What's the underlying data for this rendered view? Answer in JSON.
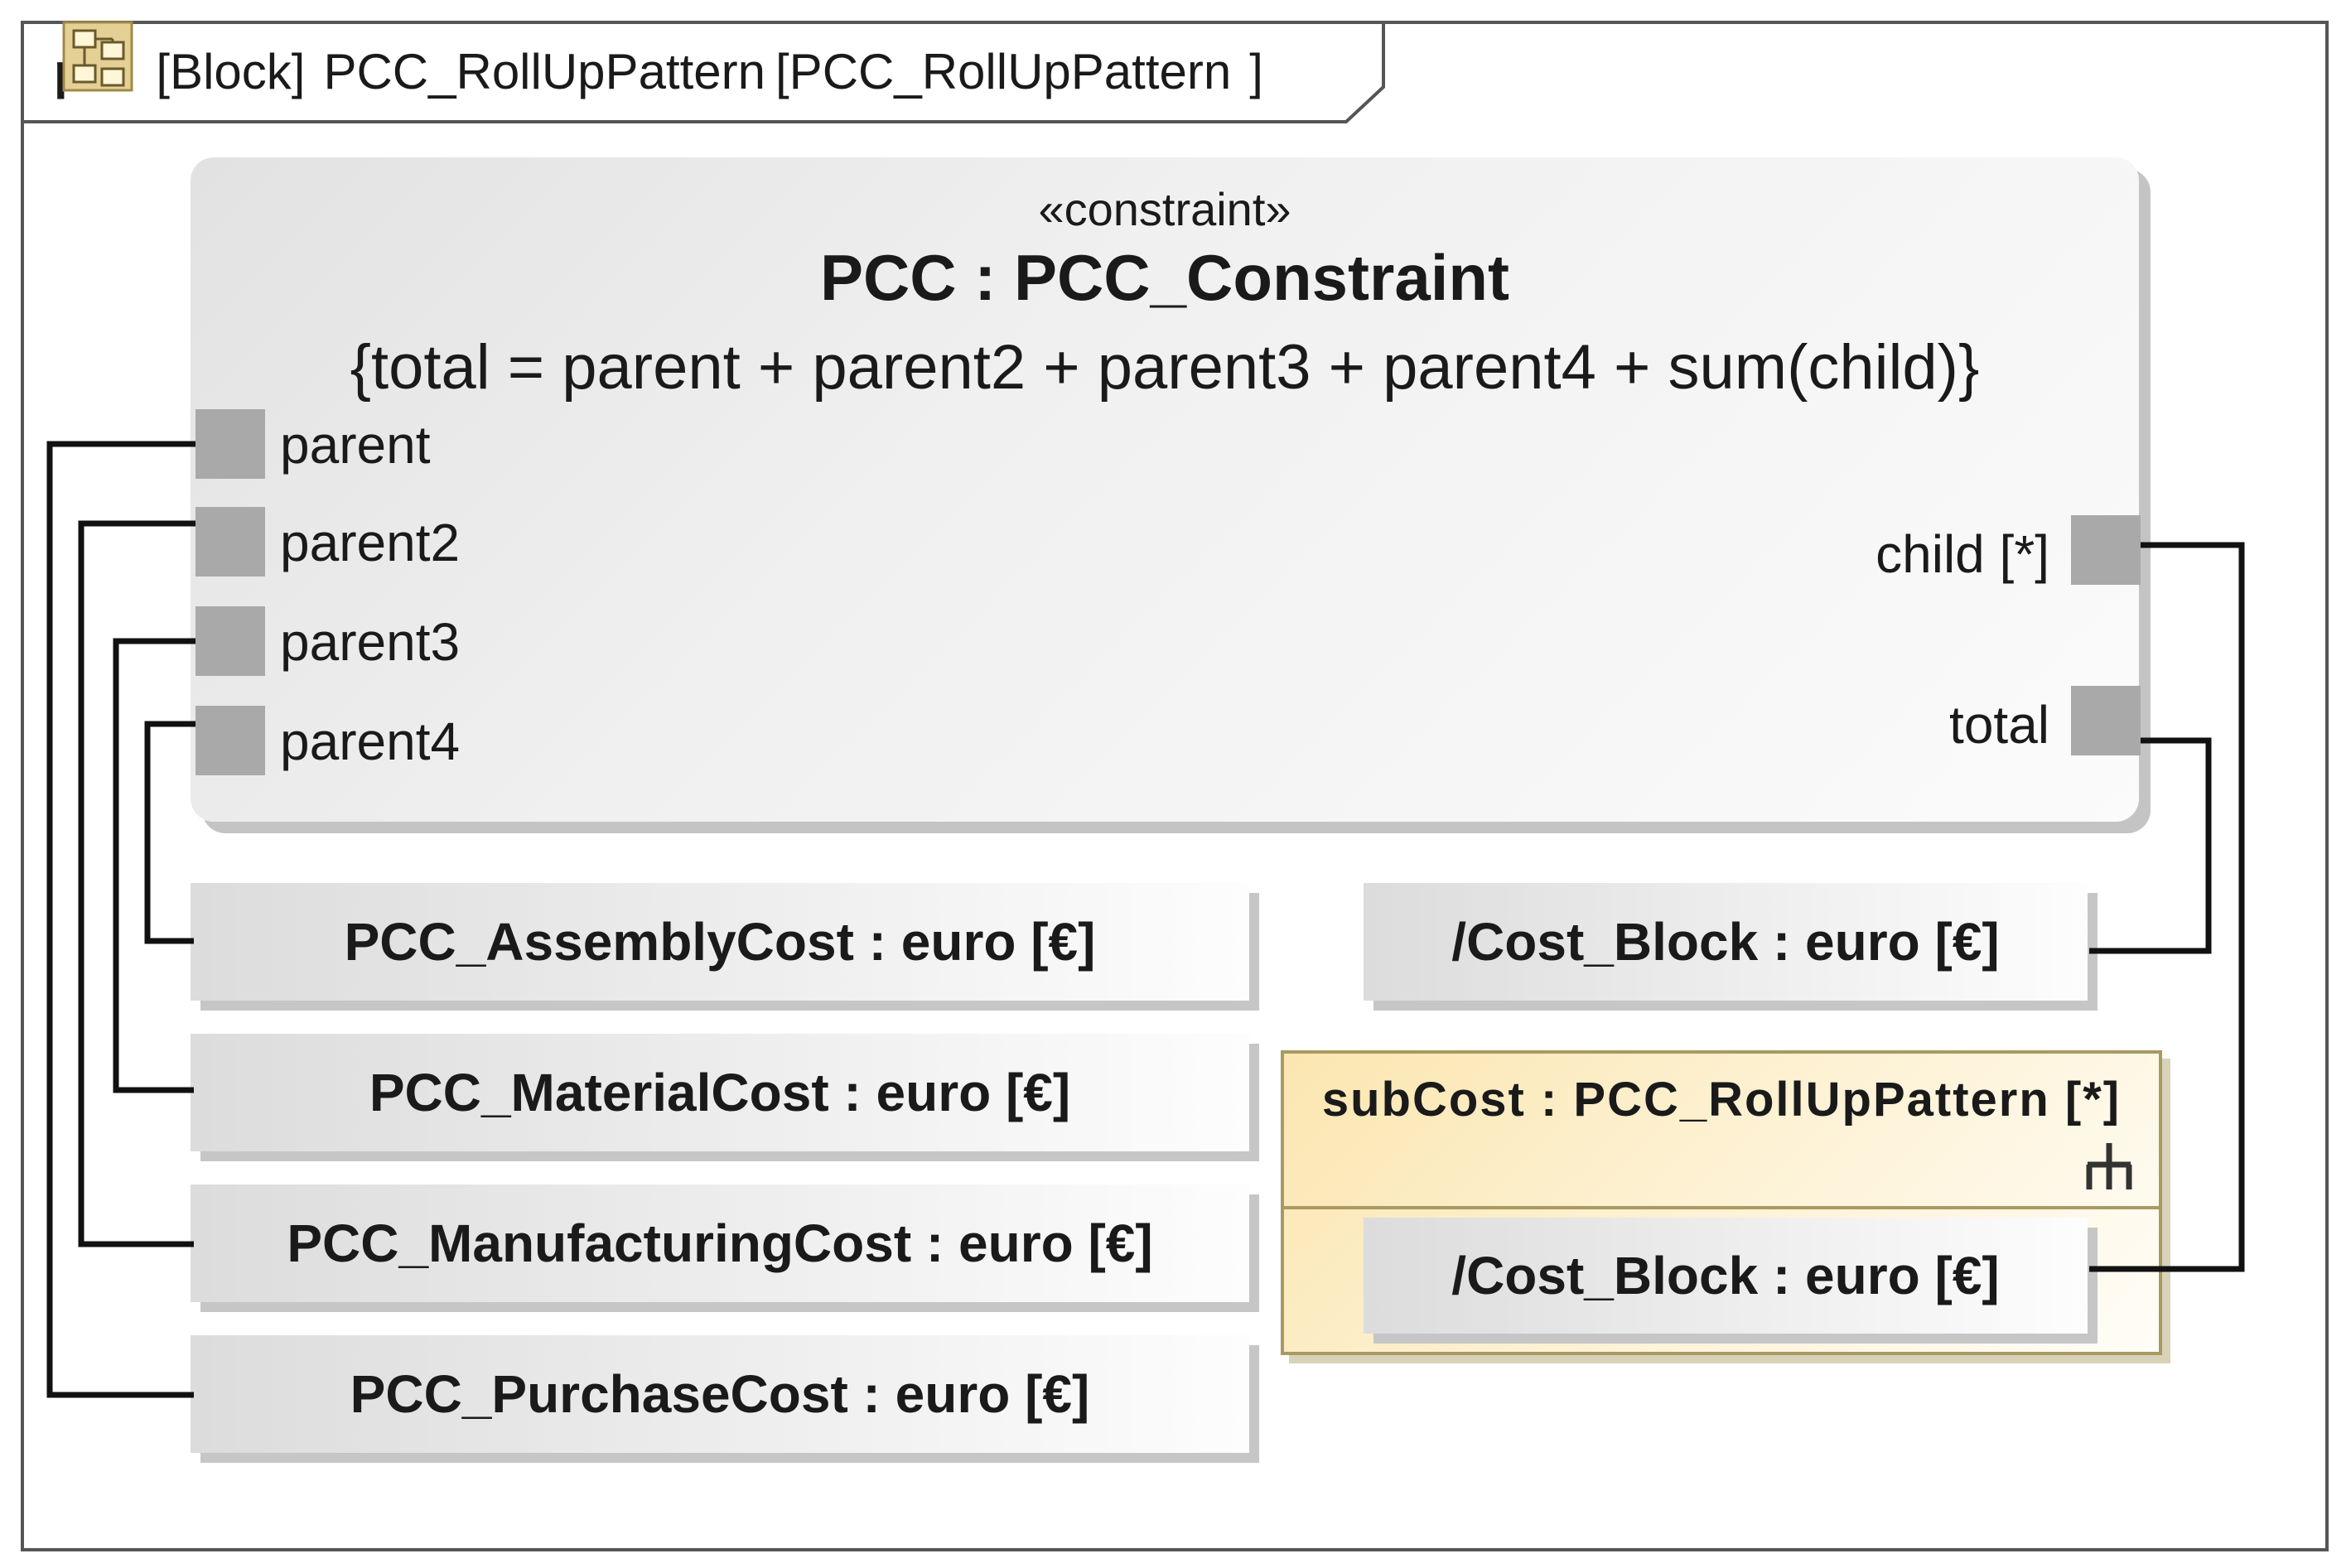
{
  "frame": {
    "kind": "par",
    "type": "[Block]",
    "block_name": "PCC_RollUpPattern",
    "bracket_open": "[",
    "context_name": "PCC_RollUpPattern",
    "bracket_close": "]",
    "icon": "block-diagram-icon"
  },
  "constraint": {
    "stereotype": "«constraint»",
    "name": "PCC : PCC_Constraint",
    "expression": "{total = parent + parent2 + parent3 + parent4 + sum(child)}",
    "left_ports": [
      "parent",
      "parent2",
      "parent3",
      "parent4"
    ],
    "right_ports": [
      "child [*]",
      "total"
    ]
  },
  "parts": [
    "PCC_AssemblyCost : euro [€]",
    "PCC_MaterialCost : euro [€]",
    "PCC_ManufacturingCost : euro [€]",
    "PCC_PurchaseCost : euro [€]"
  ],
  "cost_block": "/Cost_Block : euro [€]",
  "subcost": {
    "title": "subCost : PCC_RollUpPattern [*]",
    "icon": "rake-icon",
    "inner_part": "/Cost_Block : euro [€]"
  },
  "colors": {
    "frame_border": "#555555",
    "port_fill": "#a9a9a9",
    "connector": "#111111",
    "subcost_fill": "#fbe6b0",
    "subcost_border": "#a89a62"
  }
}
